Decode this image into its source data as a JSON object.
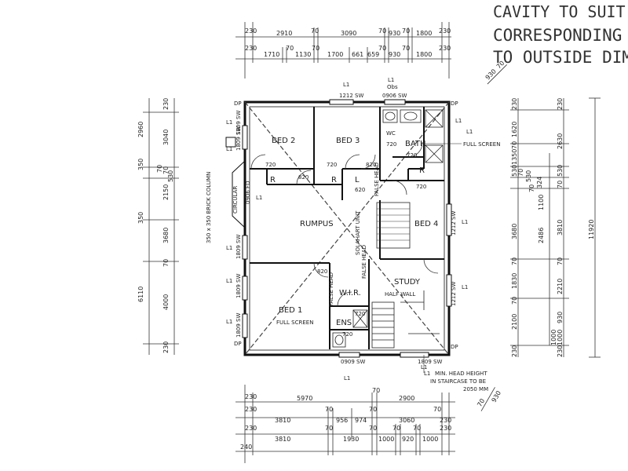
{
  "notes": {
    "line1": "CAVITY TO SUIT L",
    "line2": "CORRESPONDING",
    "line3": "TO OUTSIDE DIME",
    "head_height_1": "MIN. HEAD HEIGHT",
    "head_height_2": "IN STAIRCASE TO BE",
    "head_height_3": "2050 MM",
    "brick_column": "350 x 350 BRICK COLUMN"
  },
  "rooms": {
    "bed2": "BED 2",
    "bed3": "BED 3",
    "bed4": "BED 4",
    "bed1": "BED 1",
    "rumpus": "RUMPUS",
    "study": "STUDY",
    "wir": "W.I.R.",
    "ens": "ENS",
    "bath": "BATH",
    "wc": "WC",
    "robe": "R",
    "linen": "L",
    "circular": "CIRCULAR",
    "solahart": "SOLAHART UNIT",
    "false_head": "FALSE HEAD",
    "half_wall": "HALF WALL",
    "full_screen": "FULL SCREEN"
  },
  "windows": {
    "l1": "L1",
    "obs": "Obs",
    "w1212": "1212 SW",
    "w0906": "0906 SW",
    "w1809": "1809 SW",
    "w0909": "0909 SW",
    "w0906v": "0906 FD",
    "dp": "DP"
  },
  "doors": {
    "d720": "720",
    "d820": "820",
    "d620": "620"
  },
  "dims_top": {
    "row1": [
      "230",
      "2910",
      "70",
      "3090",
      "70",
      "930",
      "70",
      "1800",
      "230"
    ],
    "row2": [
      "230",
      "1710",
      "70",
      "1130",
      "70",
      "1700",
      "661",
      "659",
      "70",
      "930",
      "70",
      "1800",
      "230"
    ],
    "diag": [
      "930",
      "70"
    ]
  },
  "dims_bottom": {
    "row1": [
      "230",
      "5970",
      "70",
      "2900"
    ],
    "row2": [
      "230",
      "3810",
      "70",
      "956",
      "974",
      "70",
      "3060",
      "70",
      "230"
    ],
    "row3": [
      "230",
      "3810",
      "70",
      "1930",
      "70",
      "1000",
      "70",
      "920",
      "70",
      "1000",
      "230"
    ],
    "row4": [
      "240"
    ],
    "diag": [
      "70",
      "930"
    ]
  },
  "dims_left": {
    "outer": [
      "350",
      "350",
      "6110"
    ],
    "inner": [
      "230",
      "2960",
      "3040",
      "70",
      "70",
      "530",
      "2150",
      "3680",
      "70",
      "4000",
      "230"
    ]
  },
  "dims_right": {
    "col1": [
      "230",
      "1620",
      "70",
      "1350",
      "530",
      "70",
      "530",
      "324",
      "70",
      "3680",
      "70",
      "1830",
      "70",
      "2100",
      "230"
    ],
    "col2": [
      "1100",
      "2486",
      "1000"
    ],
    "col3": [
      "230",
      "2630",
      "530",
      "70",
      "3810",
      "70",
      "2210",
      "930",
      "1000",
      "230"
    ],
    "overall": "11920"
  }
}
